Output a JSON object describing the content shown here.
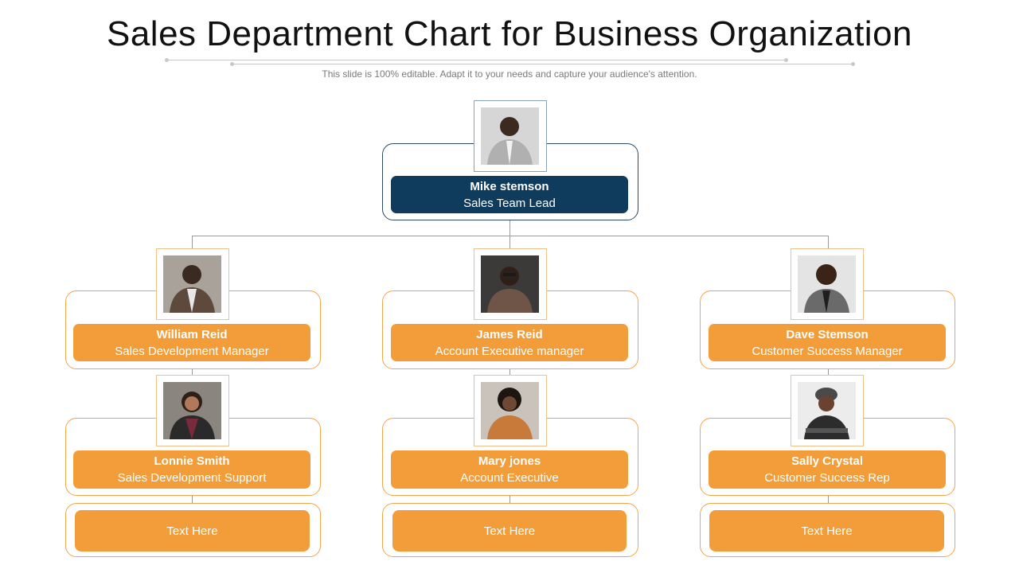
{
  "title": "Sales Department Chart for Business Organization",
  "subtitle": "This slide is 100% editable. Adapt it to your needs and capture your audience's attention.",
  "colors": {
    "lead": "#0f3b5c",
    "accent": "#f39d3a",
    "border": "#f2a54a"
  },
  "lead": {
    "name": "Mike stemson",
    "role": "Sales Team Lead",
    "icon": "person-photo"
  },
  "columns": [
    {
      "managers": {
        "name": "William Reid",
        "role": "Sales Development Manager",
        "icon": "person-photo"
      },
      "reports": {
        "name": "Lonnie Smith",
        "role": "Sales Development Support",
        "icon": "person-photo"
      },
      "placeholder": "Text Here"
    },
    {
      "managers": {
        "name": "James Reid",
        "role": "Account Executive manager",
        "icon": "person-photo"
      },
      "reports": {
        "name": "Mary jones",
        "role": "Account Executive",
        "icon": "person-photo"
      },
      "placeholder": "Text Here"
    },
    {
      "managers": {
        "name": "Dave Stemson",
        "role": "Customer Success Manager",
        "icon": "person-photo"
      },
      "reports": {
        "name": "Sally Crystal",
        "role": "Customer Success Rep",
        "icon": "person-photo"
      },
      "placeholder": "Text Here"
    }
  ]
}
